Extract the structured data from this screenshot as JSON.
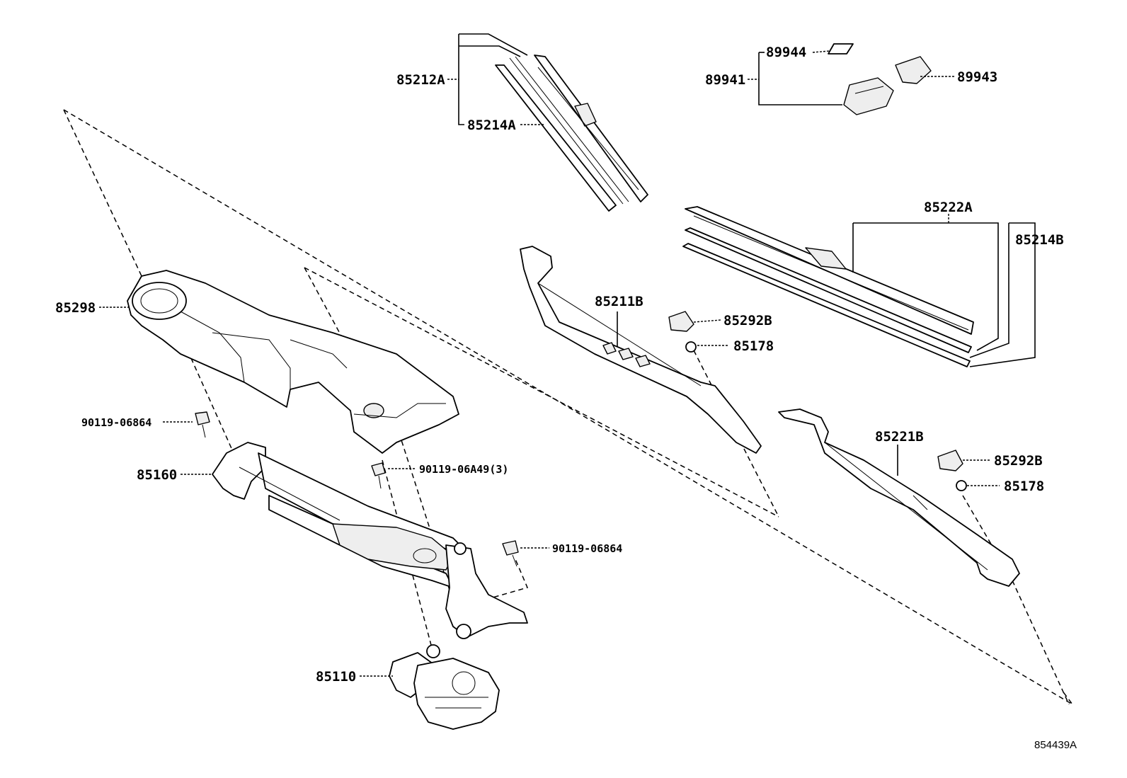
{
  "reference_code": "854439A",
  "callouts": {
    "blade_front": "85212A",
    "refill_front": "85214A",
    "cover_label": "89944",
    "sensor_assy": "89941",
    "sensor_cover": "89943",
    "blade_rear": "85222A",
    "refill_rear": "85214B",
    "arm_front": "85211B",
    "cap_1": "85292B",
    "nut_1": "85178",
    "cowl_panel": "85298",
    "bolt_a": "90119-06864",
    "link_assy": "85160",
    "bolt_b": "90119-06A49(3)",
    "bolt_c": "90119-06864",
    "motor": "85110",
    "arm_rear": "85221B",
    "cap_2": "85292B",
    "nut_2": "85178"
  }
}
